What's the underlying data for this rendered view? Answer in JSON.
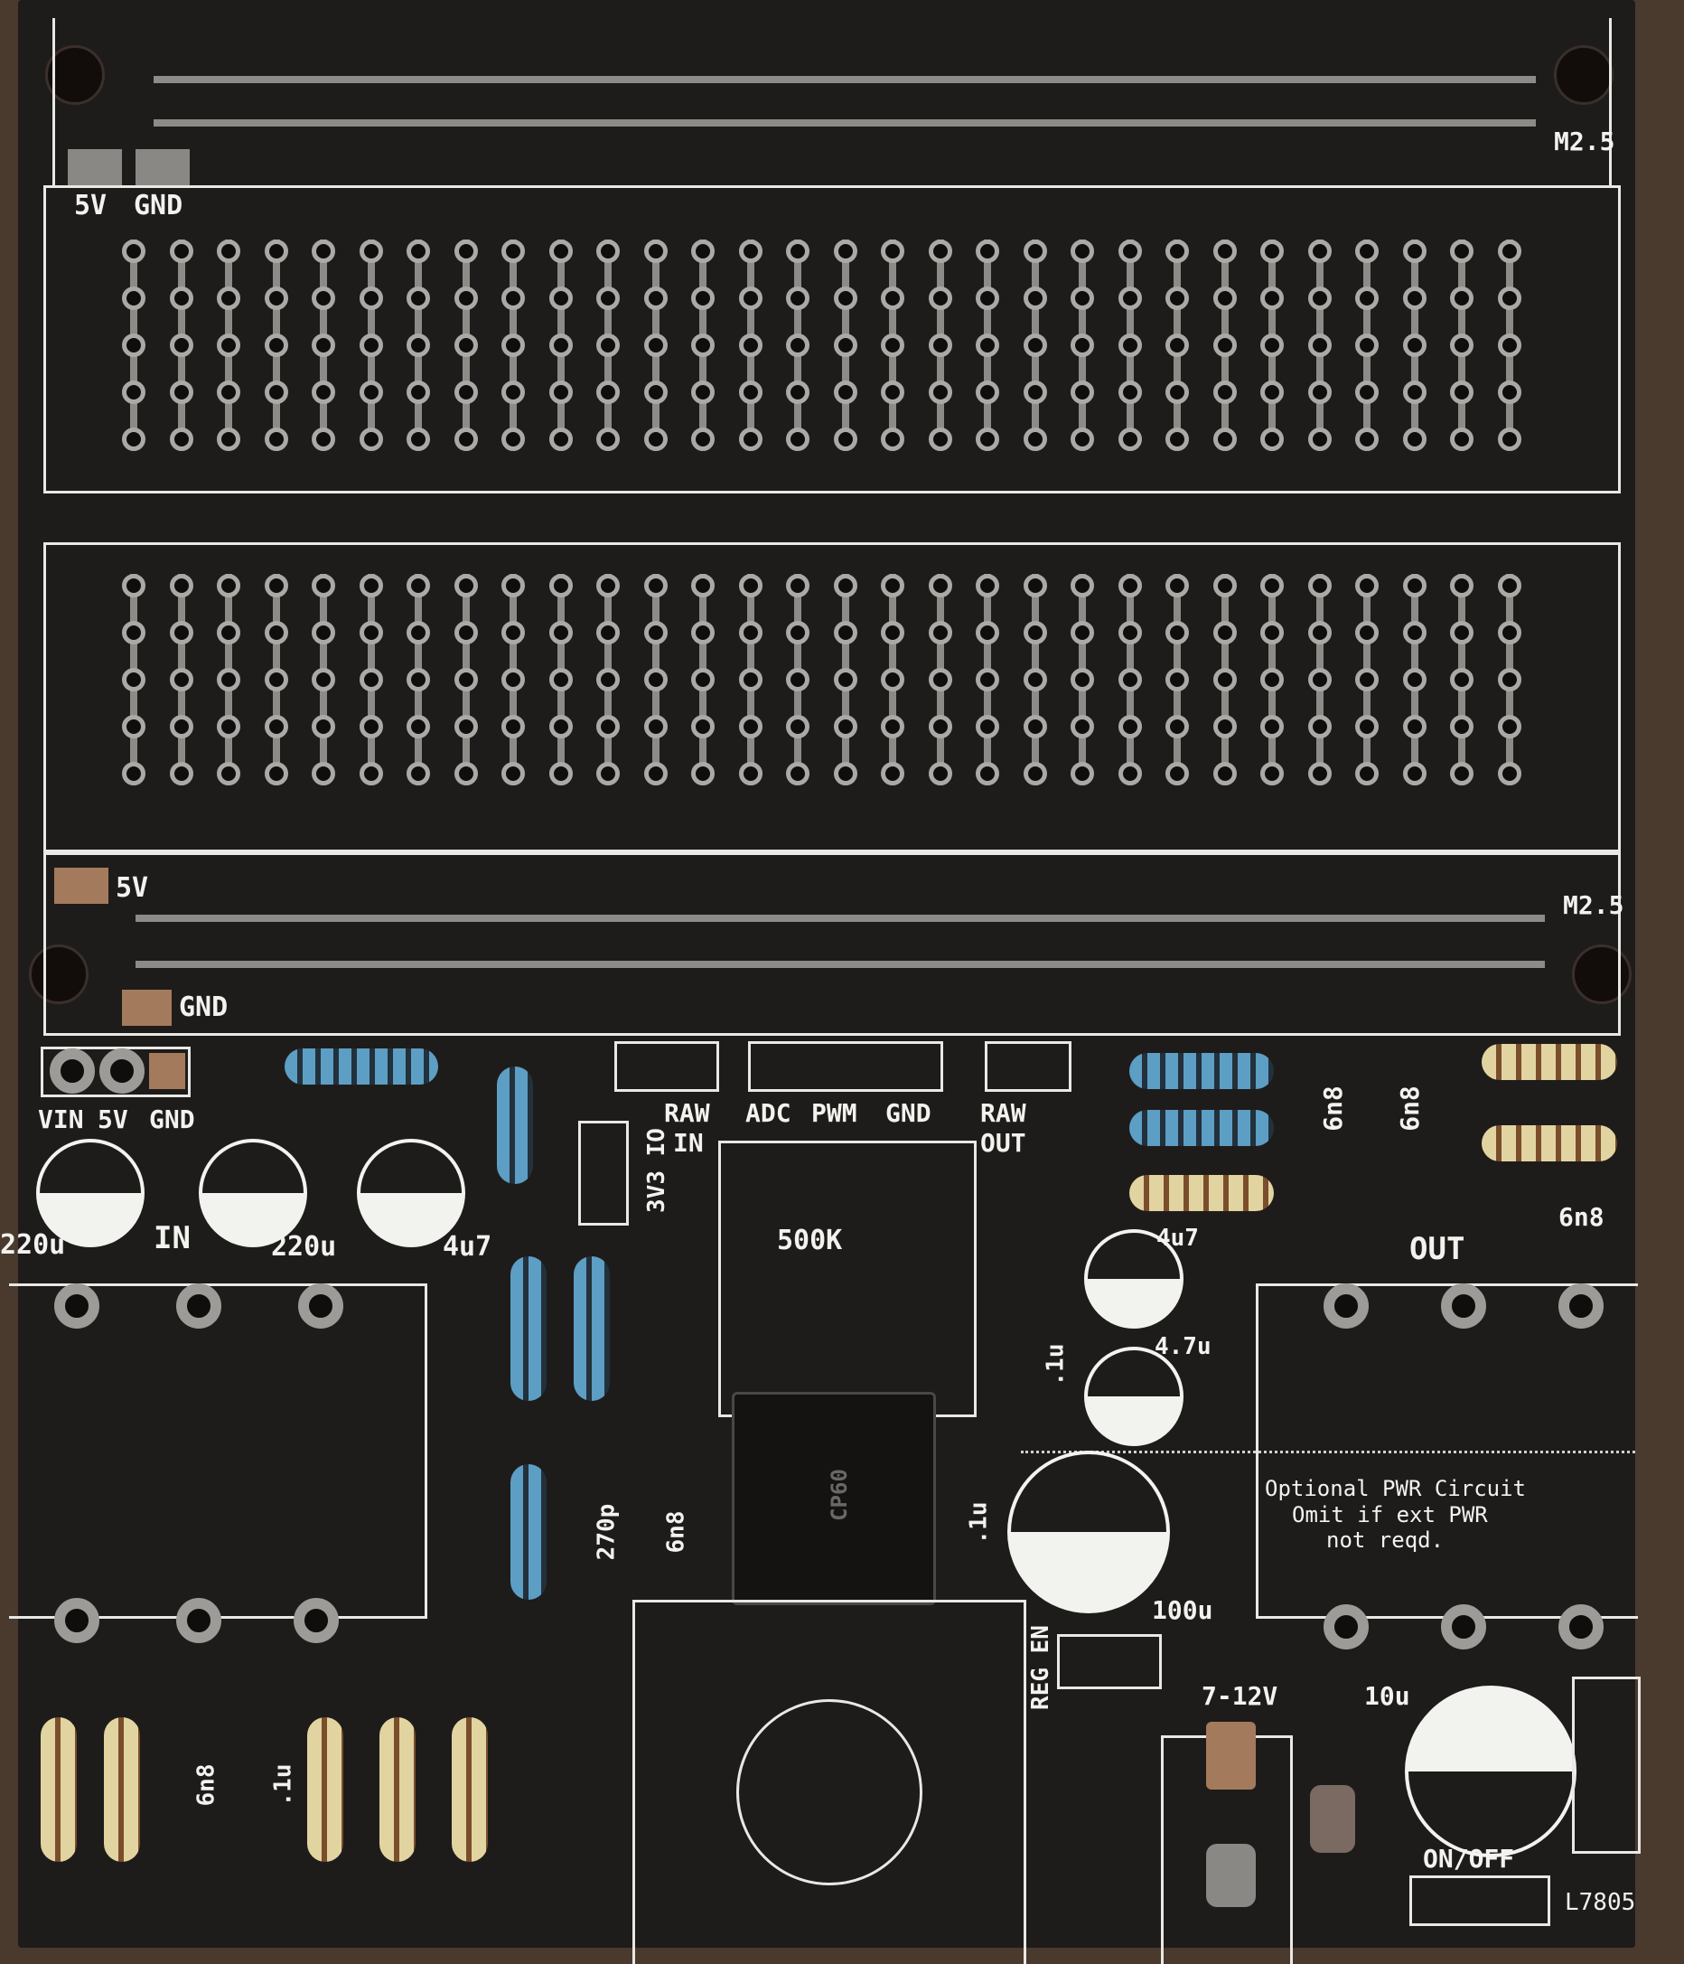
{
  "photo": {
    "subject": "Black breadboard-style prototyping PCB with partially populated components",
    "colors": {
      "board": "#1e1c1b",
      "silkscreen": "#f2f2ee",
      "copper_pads": "#a47a5c",
      "tinned_pads": "#a9a9a6",
      "background_wood": "#4a3a2e"
    }
  },
  "silkscreen": {
    "top_rail": {
      "left_label_1": "5V",
      "left_label_2": "GND",
      "mount_label": "M2.5"
    },
    "bottom_rail": {
      "label_5v": "5V",
      "label_gnd": "GND",
      "mount_label": "M2.5"
    },
    "power_header": {
      "pin1": "VIN",
      "pin2": "5V",
      "pin3": "GND"
    },
    "in_section": {
      "title": "IN",
      "cap1": "220u",
      "cap2": "220u",
      "cap3": "4u7"
    },
    "raw_in": {
      "line1": "RAW",
      "line2": "IN"
    },
    "io_header": {
      "label": "3V3 IO"
    },
    "signal_header": {
      "pin1": "ADC",
      "pin2": "PWM",
      "pin3": "GND"
    },
    "raw_out": {
      "line1": "RAW",
      "line2": "OUT"
    },
    "pot": {
      "value": "500K"
    },
    "filter_caps": {
      "c1": "6n8",
      "c2": "6n8",
      "c3": "6n8"
    },
    "out_section": {
      "title": "OUT",
      "cap_4u7": "4u7",
      "cap_4_7u": "4.7u",
      "cap_01u": ".1u"
    },
    "ic_area": {
      "cap_270p": "270p",
      "cap_6n8": "6n8",
      "cap_01u": ".1u",
      "chip_marking": "CP60"
    },
    "optional_power_note": {
      "line1": "Optional PWR Circuit",
      "line2": "Omit if ext PWR",
      "line3": "not reqd."
    },
    "power_circuit": {
      "cap_100u": "100u",
      "reg_en": "REG EN",
      "voltage": "7-12V",
      "cap_10u": "10u",
      "switch": "ON/OFF",
      "regulator": "L7805"
    },
    "bottom_left": {
      "cap_6n8": "6n8",
      "cap_01u": ".1u"
    }
  }
}
